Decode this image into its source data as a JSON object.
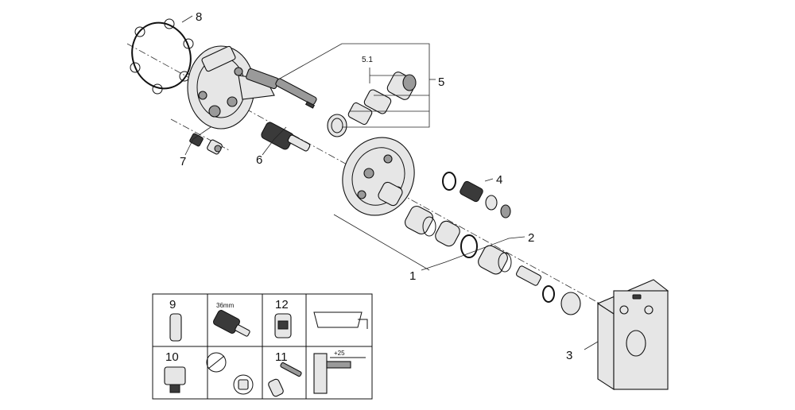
{
  "callouts": {
    "c1": "1",
    "c2": "2",
    "c3": "3",
    "c4": "4",
    "c5": "5",
    "c51": "5.1",
    "c6": "6",
    "c7": "7",
    "c8": "8"
  },
  "table": {
    "c9": "9",
    "c10": "10",
    "c11": "11",
    "c12": "12",
    "size_36mm": "36mm",
    "dim_25": "+25"
  }
}
